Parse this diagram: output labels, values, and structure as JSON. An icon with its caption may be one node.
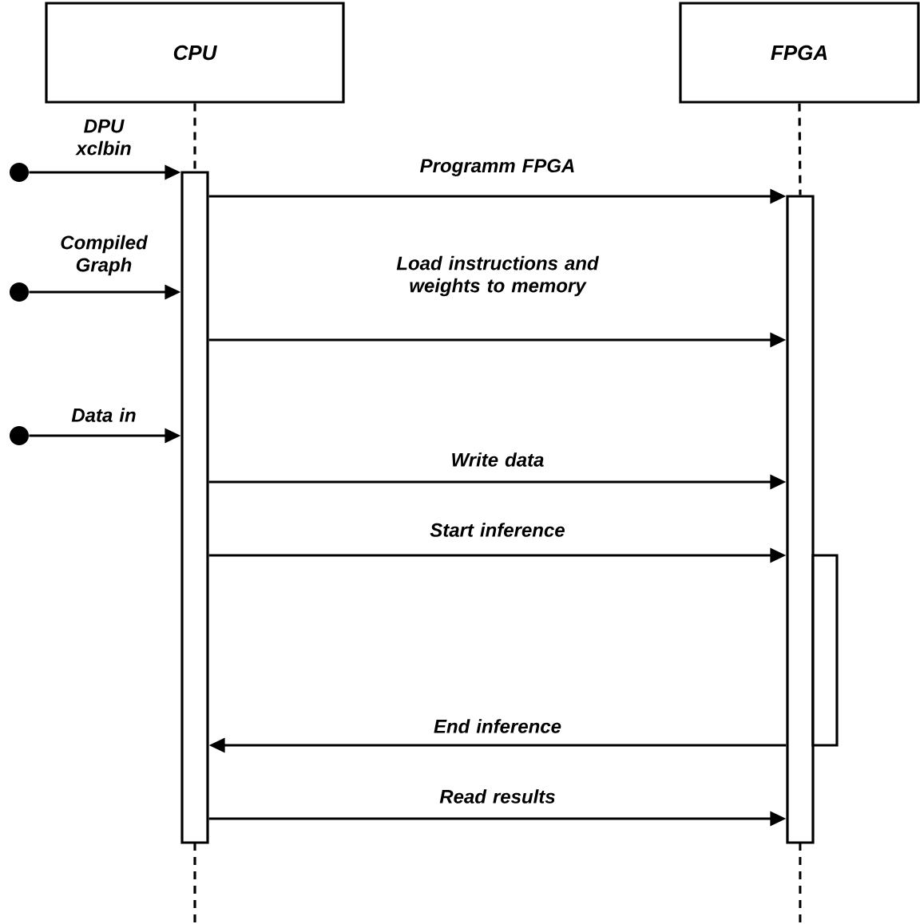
{
  "diagram": {
    "nodes": [
      {
        "text": [
          "CPU"
        ]
      },
      {
        "text": [
          "FPGA"
        ]
      },
      {
        "text": [],
        "shape": "bar"
      },
      {
        "text": [],
        "shape": "bar"
      },
      {
        "text": [],
        "shape": "bar"
      },
      {
        "text": [],
        "shape": "circle"
      },
      {
        "text": [],
        "shape": "circle"
      },
      {
        "text": [],
        "shape": "circle"
      }
    ],
    "edges": [
      {
        "from": 0,
        "to": 2,
        "arrow": "none",
        "style": "dashed"
      },
      {
        "from": 1,
        "to": 3,
        "arrow": "none",
        "style": "dashed"
      },
      {
        "from": 5,
        "to": 2,
        "arrow": "to",
        "label": "DPU xclbin"
      },
      {
        "from": 6,
        "to": 2,
        "arrow": "to",
        "label": "Compiled Graph"
      },
      {
        "from": 7,
        "to": 2,
        "arrow": "to",
        "label": "Data in"
      },
      {
        "from": 2,
        "to": 3,
        "arrow": "to",
        "label": "Programm FPGA"
      },
      {
        "from": 2,
        "to": 3,
        "arrow": "to",
        "label": "Load instructions and weights to memory"
      },
      {
        "from": 2,
        "to": 3,
        "arrow": "to",
        "label": "Write data"
      },
      {
        "from": 2,
        "to": 3,
        "arrow": "to",
        "label": "Start inference"
      },
      {
        "from": 3,
        "to": 2,
        "arrow": "to",
        "label": "End inference"
      },
      {
        "from": 2,
        "to": 3,
        "arrow": "to",
        "label": "Read results"
      }
    ]
  }
}
